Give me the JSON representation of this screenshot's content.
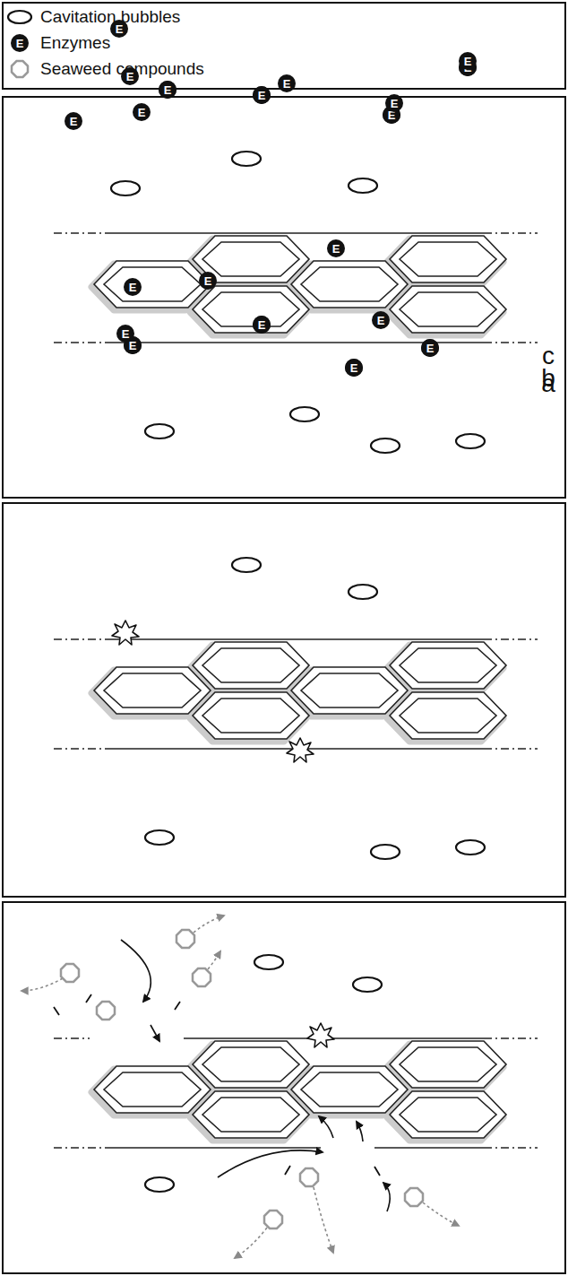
{
  "diagram": {
    "nodes": [
      {
        "text": [
          "E"
        ]
      },
      {
        "text": [
          "a"
        ]
      },
      {
        "text": [
          "E"
        ],
        "in": 1
      },
      {
        "text": [
          "E"
        ],
        "in": 1
      },
      {
        "text": [
          "E"
        ],
        "in": 1
      },
      {
        "text": [
          "E"
        ],
        "in": 1
      },
      {
        "text": [
          "E"
        ],
        "in": 1
      },
      {
        "text": [
          "E"
        ],
        "in": 1
      },
      {
        "text": [
          "E"
        ],
        "in": 1
      },
      {
        "text": [
          "E"
        ],
        "in": 1
      },
      {
        "text": [
          "b"
        ]
      },
      {
        "text": [
          "E"
        ],
        "in": 10
      },
      {
        "text": [
          "E"
        ],
        "in": 10
      },
      {
        "text": [
          "E"
        ],
        "in": 10
      },
      {
        "text": [
          "E"
        ],
        "in": 10
      },
      {
        "text": [
          "E"
        ],
        "in": 10
      },
      {
        "text": [
          "E"
        ],
        "in": 10
      },
      {
        "text": [
          "E"
        ],
        "in": 10
      },
      {
        "text": [
          "E"
        ],
        "in": 10
      },
      {
        "text": [
          "c"
        ]
      },
      {
        "text": [
          "E"
        ],
        "in": 19
      },
      {
        "text": [
          "E"
        ],
        "in": 19
      },
      {
        "text": [
          "E"
        ],
        "in": 19
      },
      {
        "text": [
          "E"
        ],
        "in": 19
      },
      {
        "text": [
          "E"
        ],
        "in": 19
      },
      {
        "text": [
          "E"
        ],
        "in": 19
      },
      {
        "text": [
          "E"
        ],
        "in": 19
      },
      {
        "text": [
          "E"
        ],
        "in": 19
      },
      {
        "text": [
          "E"
        ],
        "in": 19
      },
      {
        "text": [
          "E"
        ],
        "in": 19
      },
      {
        "text": [
          "E"
        ],
        "in": 19
      },
      {
        "text": [
          "E"
        ],
        "in": 19
      }
    ],
    "legend": [
      {
        "text": "Cavitation bubbles"
      },
      {
        "text": "Enzymes"
      },
      {
        "text": "Seaweed compounds"
      }
    ]
  }
}
